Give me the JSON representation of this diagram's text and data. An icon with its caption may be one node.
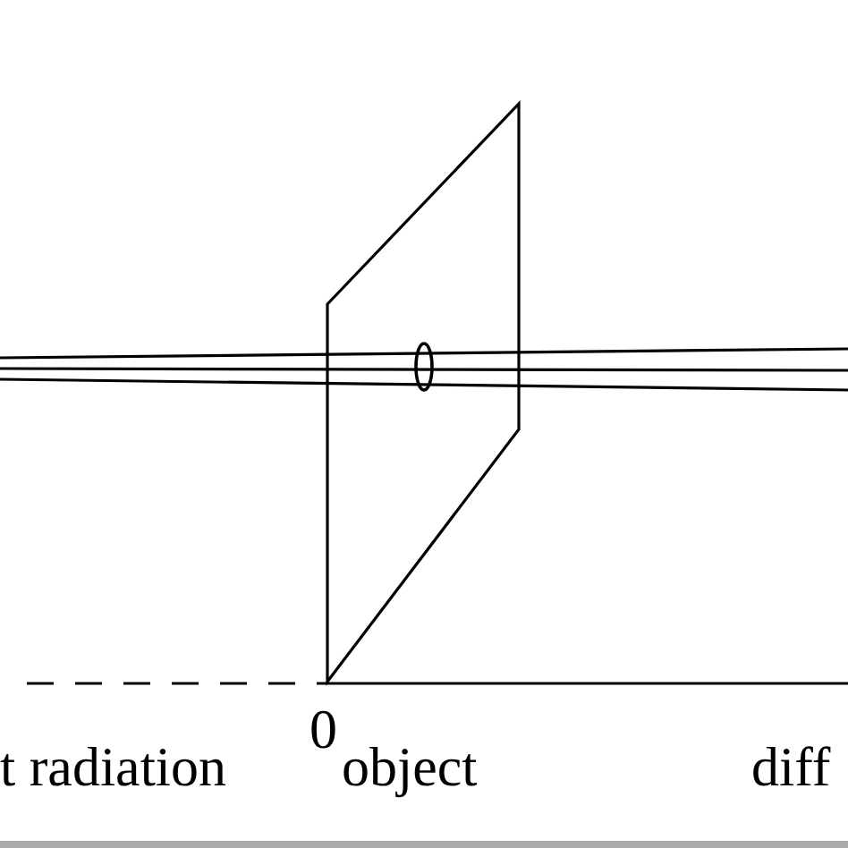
{
  "diagram": {
    "labels": [
      "t radiation",
      "0",
      "object",
      "diff"
    ]
  }
}
